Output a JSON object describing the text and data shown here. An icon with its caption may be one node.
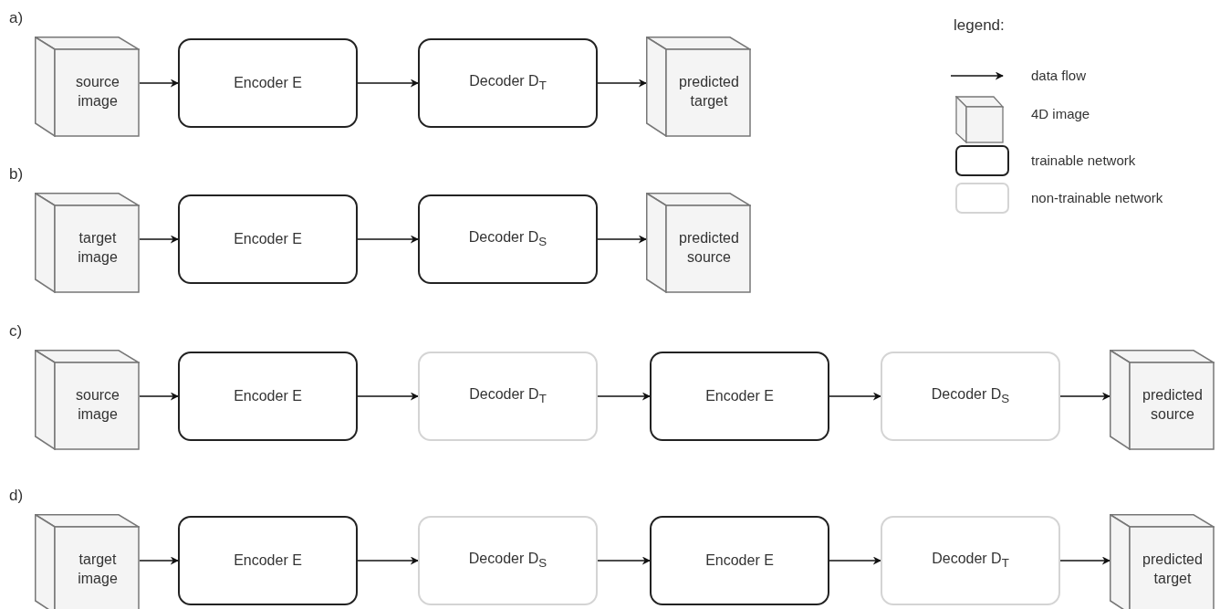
{
  "diagram": {
    "nodes": [
      {
        "text": [
          "source image"
        ]
      },
      {
        "text": [
          "Encoder E"
        ]
      },
      {
        "text": [
          "Decoder D$_{T}$"
        ]
      },
      {
        "text": [
          "predicted target"
        ]
      },
      {
        "text": [
          "target image"
        ]
      },
      {
        "text": [
          "Encoder E"
        ]
      },
      {
        "text": [
          "Decoder D$_{S}$"
        ]
      },
      {
        "text": [
          "predicted source"
        ]
      },
      {
        "text": [
          "source image"
        ]
      },
      {
        "text": [
          "Encoder E"
        ]
      },
      {
        "text": [
          "Decoder D$_{T}$"
        ]
      },
      {
        "text": [
          "Encoder E"
        ]
      },
      {
        "text": [
          "Decoder D$_{S}$"
        ]
      },
      {
        "text": [
          "predicted source"
        ]
      },
      {
        "text": [
          "target image"
        ]
      },
      {
        "text": [
          "Encoder E"
        ]
      },
      {
        "text": [
          "Decoder D$_{S}$"
        ]
      },
      {
        "text": [
          "Encoder E"
        ]
      },
      {
        "text": [
          "Decoder D$_{T}$"
        ]
      },
      {
        "text": [
          "predicted target"
        ]
      }
    ],
    "edges": [
      {
        "from": 0,
        "to": 1,
        "arrow": "to"
      },
      {
        "from": 1,
        "to": 2,
        "arrow": "to"
      },
      {
        "from": 2,
        "to": 3,
        "arrow": "to"
      },
      {
        "from": 4,
        "to": 5,
        "arrow": "to"
      },
      {
        "from": 5,
        "to": 6,
        "arrow": "to"
      },
      {
        "from": 6,
        "to": 7,
        "arrow": "to"
      },
      {
        "from": 8,
        "to": 9,
        "arrow": "to"
      },
      {
        "from": 9,
        "to": 10,
        "arrow": "to"
      },
      {
        "from": 10,
        "to": 11,
        "arrow": "to"
      },
      {
        "from": 11,
        "to": 12,
        "arrow": "to"
      },
      {
        "from": 12,
        "to": 13,
        "arrow": "to"
      },
      {
        "from": 14,
        "to": 15,
        "arrow": "to"
      },
      {
        "from": 15,
        "to": 16,
        "arrow": "to"
      },
      {
        "from": 16,
        "to": 17,
        "arrow": "to"
      },
      {
        "from": 17,
        "to": 18,
        "arrow": "to"
      },
      {
        "from": 18,
        "to": 19,
        "arrow": "to"
      }
    ],
    "labels": [
      "a)",
      "legend:",
      "b)",
      "c)",
      "d)"
    ],
    "legend": [
      {
        "text": "data flow"
      },
      {
        "text": "4D image"
      },
      {
        "text": "trainable network"
      },
      {
        "text": "non-trainable network"
      }
    ]
  }
}
